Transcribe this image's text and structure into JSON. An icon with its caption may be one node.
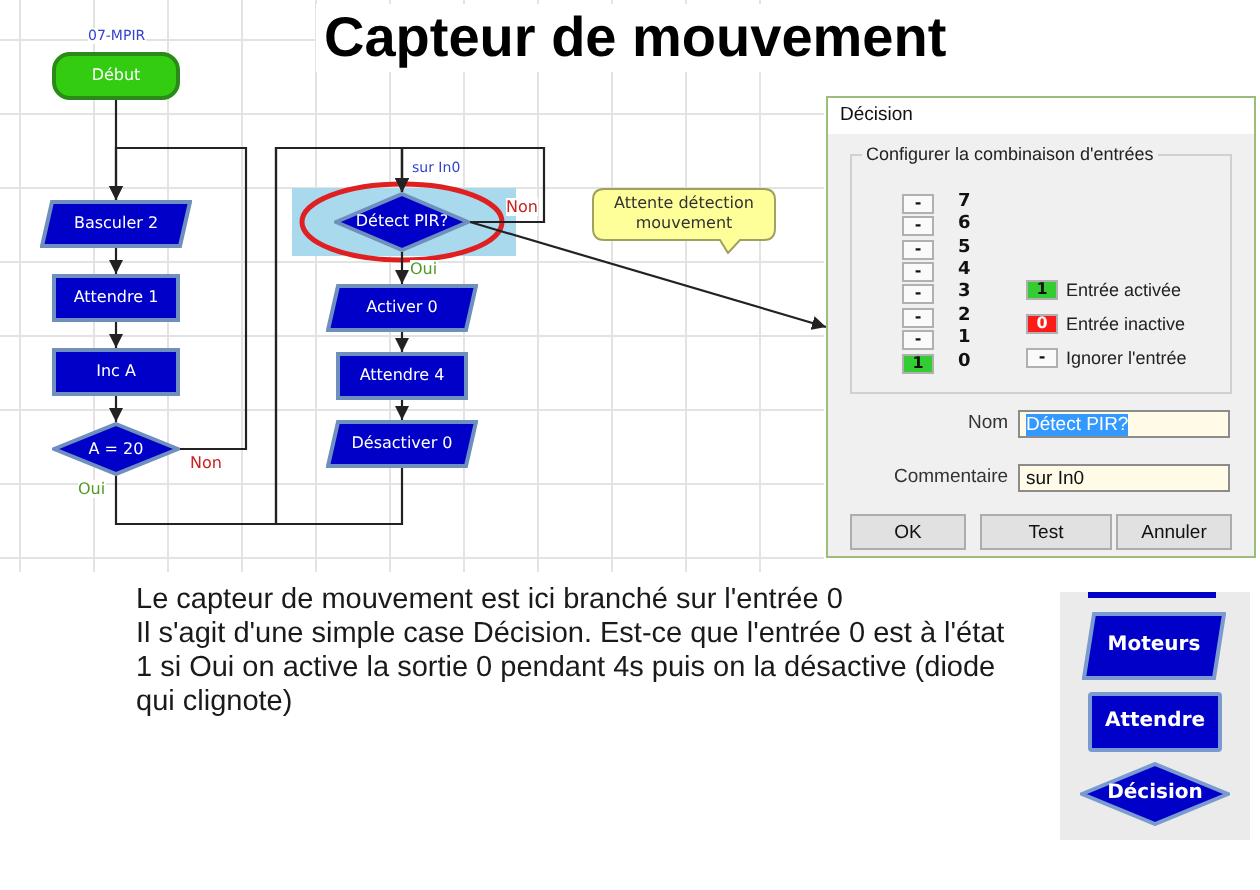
{
  "diagram": {
    "title": "Capteur de mouvement",
    "nodes": [
      {
        "text": [
          "Début"
        ],
        "beside": [
          "07-MPIR"
        ]
      },
      {
        "text": [
          "Basculer 2"
        ]
      },
      {
        "text": [
          "Attendre 1"
        ]
      },
      {
        "text": [
          "Inc A"
        ]
      },
      {
        "text": [
          "A = 20"
        ]
      },
      {
        "text": [
          "Détect PIR?"
        ],
        "beside": [
          "sur In0"
        ]
      },
      {
        "text": [
          "Activer 0"
        ]
      },
      {
        "text": [
          "Attendre 4"
        ]
      },
      {
        "text": [
          "Désactiver 0"
        ]
      },
      {
        "text": [
          "Attente détection mouvement"
        ]
      },
      {
        "text": [
          "Décision"
        ]
      },
      {
        "text": [
          "Configurer la combinaison d'entrées"
        ],
        "in": 10
      },
      {
        "text": [
          "-"
        ],
        "beside": [
          "7"
        ],
        "in": 11
      },
      {
        "text": [
          "-"
        ],
        "beside": [
          "6"
        ],
        "in": 11
      },
      {
        "text": [
          "-"
        ],
        "beside": [
          "5"
        ],
        "in": 11
      },
      {
        "text": [
          "-"
        ],
        "beside": [
          "4"
        ],
        "in": 11
      },
      {
        "text": [
          "-"
        ],
        "beside": [
          "3"
        ],
        "in": 11
      },
      {
        "text": [
          "-"
        ],
        "beside": [
          "2"
        ],
        "in": 11
      },
      {
        "text": [
          "-"
        ],
        "beside": [
          "1"
        ],
        "in": 11
      },
      {
        "text": [
          "1"
        ],
        "beside": [
          "0"
        ],
        "in": 11
      },
      {
        "text": [
          "Détect PIR?"
        ],
        "beside": [
          "Nom"
        ],
        "in": 10
      },
      {
        "text": [
          "sur In0"
        ],
        "beside": [
          "Commentaire"
        ],
        "in": 10
      },
      {
        "text": [
          "OK"
        ],
        "in": 10
      },
      {
        "text": [
          "Test"
        ],
        "in": 10
      },
      {
        "text": [
          "Annuler"
        ],
        "in": 10
      },
      {
        "text": [
          "Moteurs"
        ]
      },
      {
        "text": [
          "Attendre"
        ]
      },
      {
        "text": [
          "Décision"
        ]
      }
    ],
    "edges": [
      {
        "from": 0,
        "to": 1,
        "arrow": "to"
      },
      {
        "from": 1,
        "to": 2,
        "arrow": "to"
      },
      {
        "from": 2,
        "to": 3,
        "arrow": "to"
      },
      {
        "from": 3,
        "to": 4,
        "arrow": "to"
      },
      {
        "from": 4,
        "to": 1,
        "arrow": "to",
        "label": "Non"
      },
      {
        "from": 4,
        "to": 5,
        "arrow": "to",
        "label": "Oui"
      },
      {
        "from": 5,
        "to": 5,
        "arrow": "to",
        "label": "Non"
      },
      {
        "from": 5,
        "to": 6,
        "arrow": "to",
        "label": "Oui"
      },
      {
        "from": 6,
        "to": 7,
        "arrow": "to"
      },
      {
        "from": 7,
        "to": 8,
        "arrow": "to"
      },
      {
        "from": 8,
        "to": 5,
        "arrow": "to"
      },
      {
        "from": 5,
        "to": 10,
        "arrow": "to"
      }
    ],
    "labels": [
      "1",
      "0",
      "-",
      "Le capteur de mouvement est ici branché sur l'entrée 0",
      "Il s'agit d'une simple case Décision. Est-ce que l'entrée 0 est à l'état 1 si Oui on active la sortie 0 pendant 4s puis on la désactive (diode qui clignote)"
    ],
    "legend": [
      {
        "text": "Entrée activée",
        "color": "#33cc33"
      },
      {
        "text": "Entrée inactive",
        "color": "#ff1a1a"
      },
      {
        "text": "Ignorer l'entrée",
        "color": "#fafafa"
      }
    ]
  }
}
